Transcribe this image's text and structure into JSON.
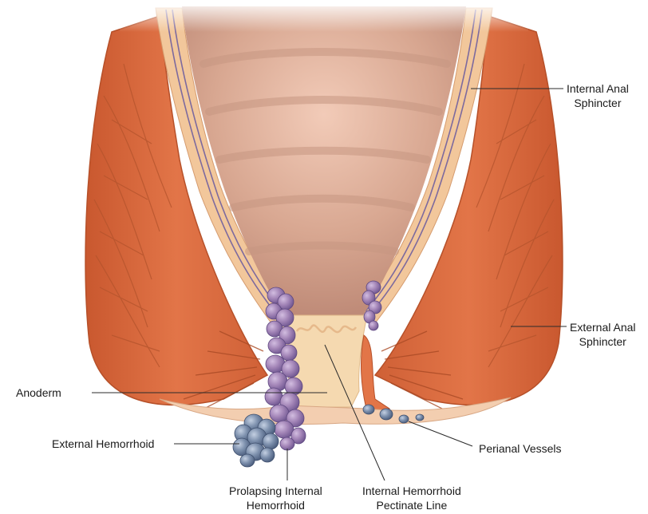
{
  "labels": {
    "internal_anal_sphincter": [
      "Internal Anal",
      "Sphincter"
    ],
    "external_anal_sphincter": [
      "External Anal",
      "Sphincter"
    ],
    "anoderm": "Anoderm",
    "external_hemorrhoid": "External Hemorrhoid",
    "perianal_vessels": "Perianal Vessels",
    "prolapsing_internal_hemorrhoid": [
      "Prolapsing Internal",
      "Hemorrhoid"
    ],
    "internal_hemorrhoid_pectinate_line": [
      "Internal Hemorrhoid",
      "Pectinate Line"
    ]
  },
  "colors": {
    "background": "#ffffff",
    "muscle": "#d9663a",
    "muscle_dark": "#b84e28",
    "mucosa": "#d7a894",
    "mucosa_light": "#edd0c2",
    "lining": "#f3c99e",
    "vessel_purple": "#7e6a9e",
    "hemorrhoid_purple": "#a483b6",
    "hemorrhoid_blue": "#6a7f9e",
    "leader_line": "#2b2b2b"
  }
}
